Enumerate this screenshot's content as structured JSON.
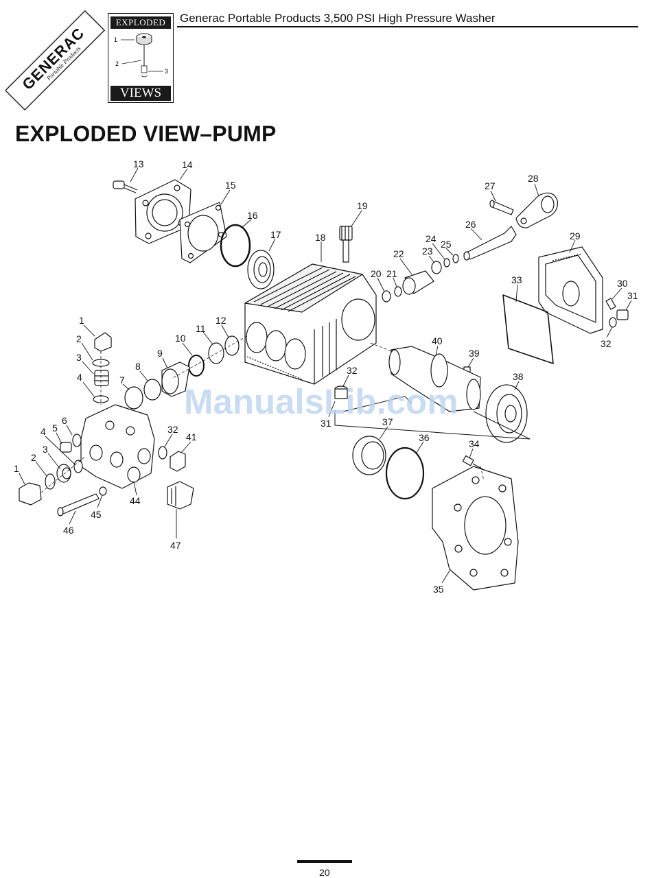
{
  "header": {
    "logo_text": "GENERAC",
    "logo_subtext": "Portable Products",
    "badge_top": "EXPLODED",
    "badge_bottom": "VIEWS",
    "badge_callouts": [
      "1",
      "2",
      "3"
    ],
    "document_title": "Generac Portable Products 3,500 PSI High Pressure Washer"
  },
  "section": {
    "title": "EXPLODED VIEW–PUMP"
  },
  "diagram": {
    "callouts": [
      "13",
      "14",
      "15",
      "16",
      "17",
      "18",
      "19",
      "20",
      "21",
      "22",
      "23",
      "24",
      "25",
      "26",
      "27",
      "28",
      "29",
      "30",
      "31",
      "32",
      "33",
      "38",
      "39",
      "40",
      "12",
      "11",
      "10",
      "9",
      "8",
      "7",
      "1",
      "2",
      "3",
      "4",
      "5",
      "6",
      "4",
      "3",
      "2",
      "1",
      "32",
      "41",
      "44",
      "45",
      "46",
      "47",
      "31",
      "32",
      "37",
      "36",
      "34",
      "35"
    ]
  },
  "watermark": "ManualsLib.com",
  "footer": {
    "page_number": "20"
  }
}
